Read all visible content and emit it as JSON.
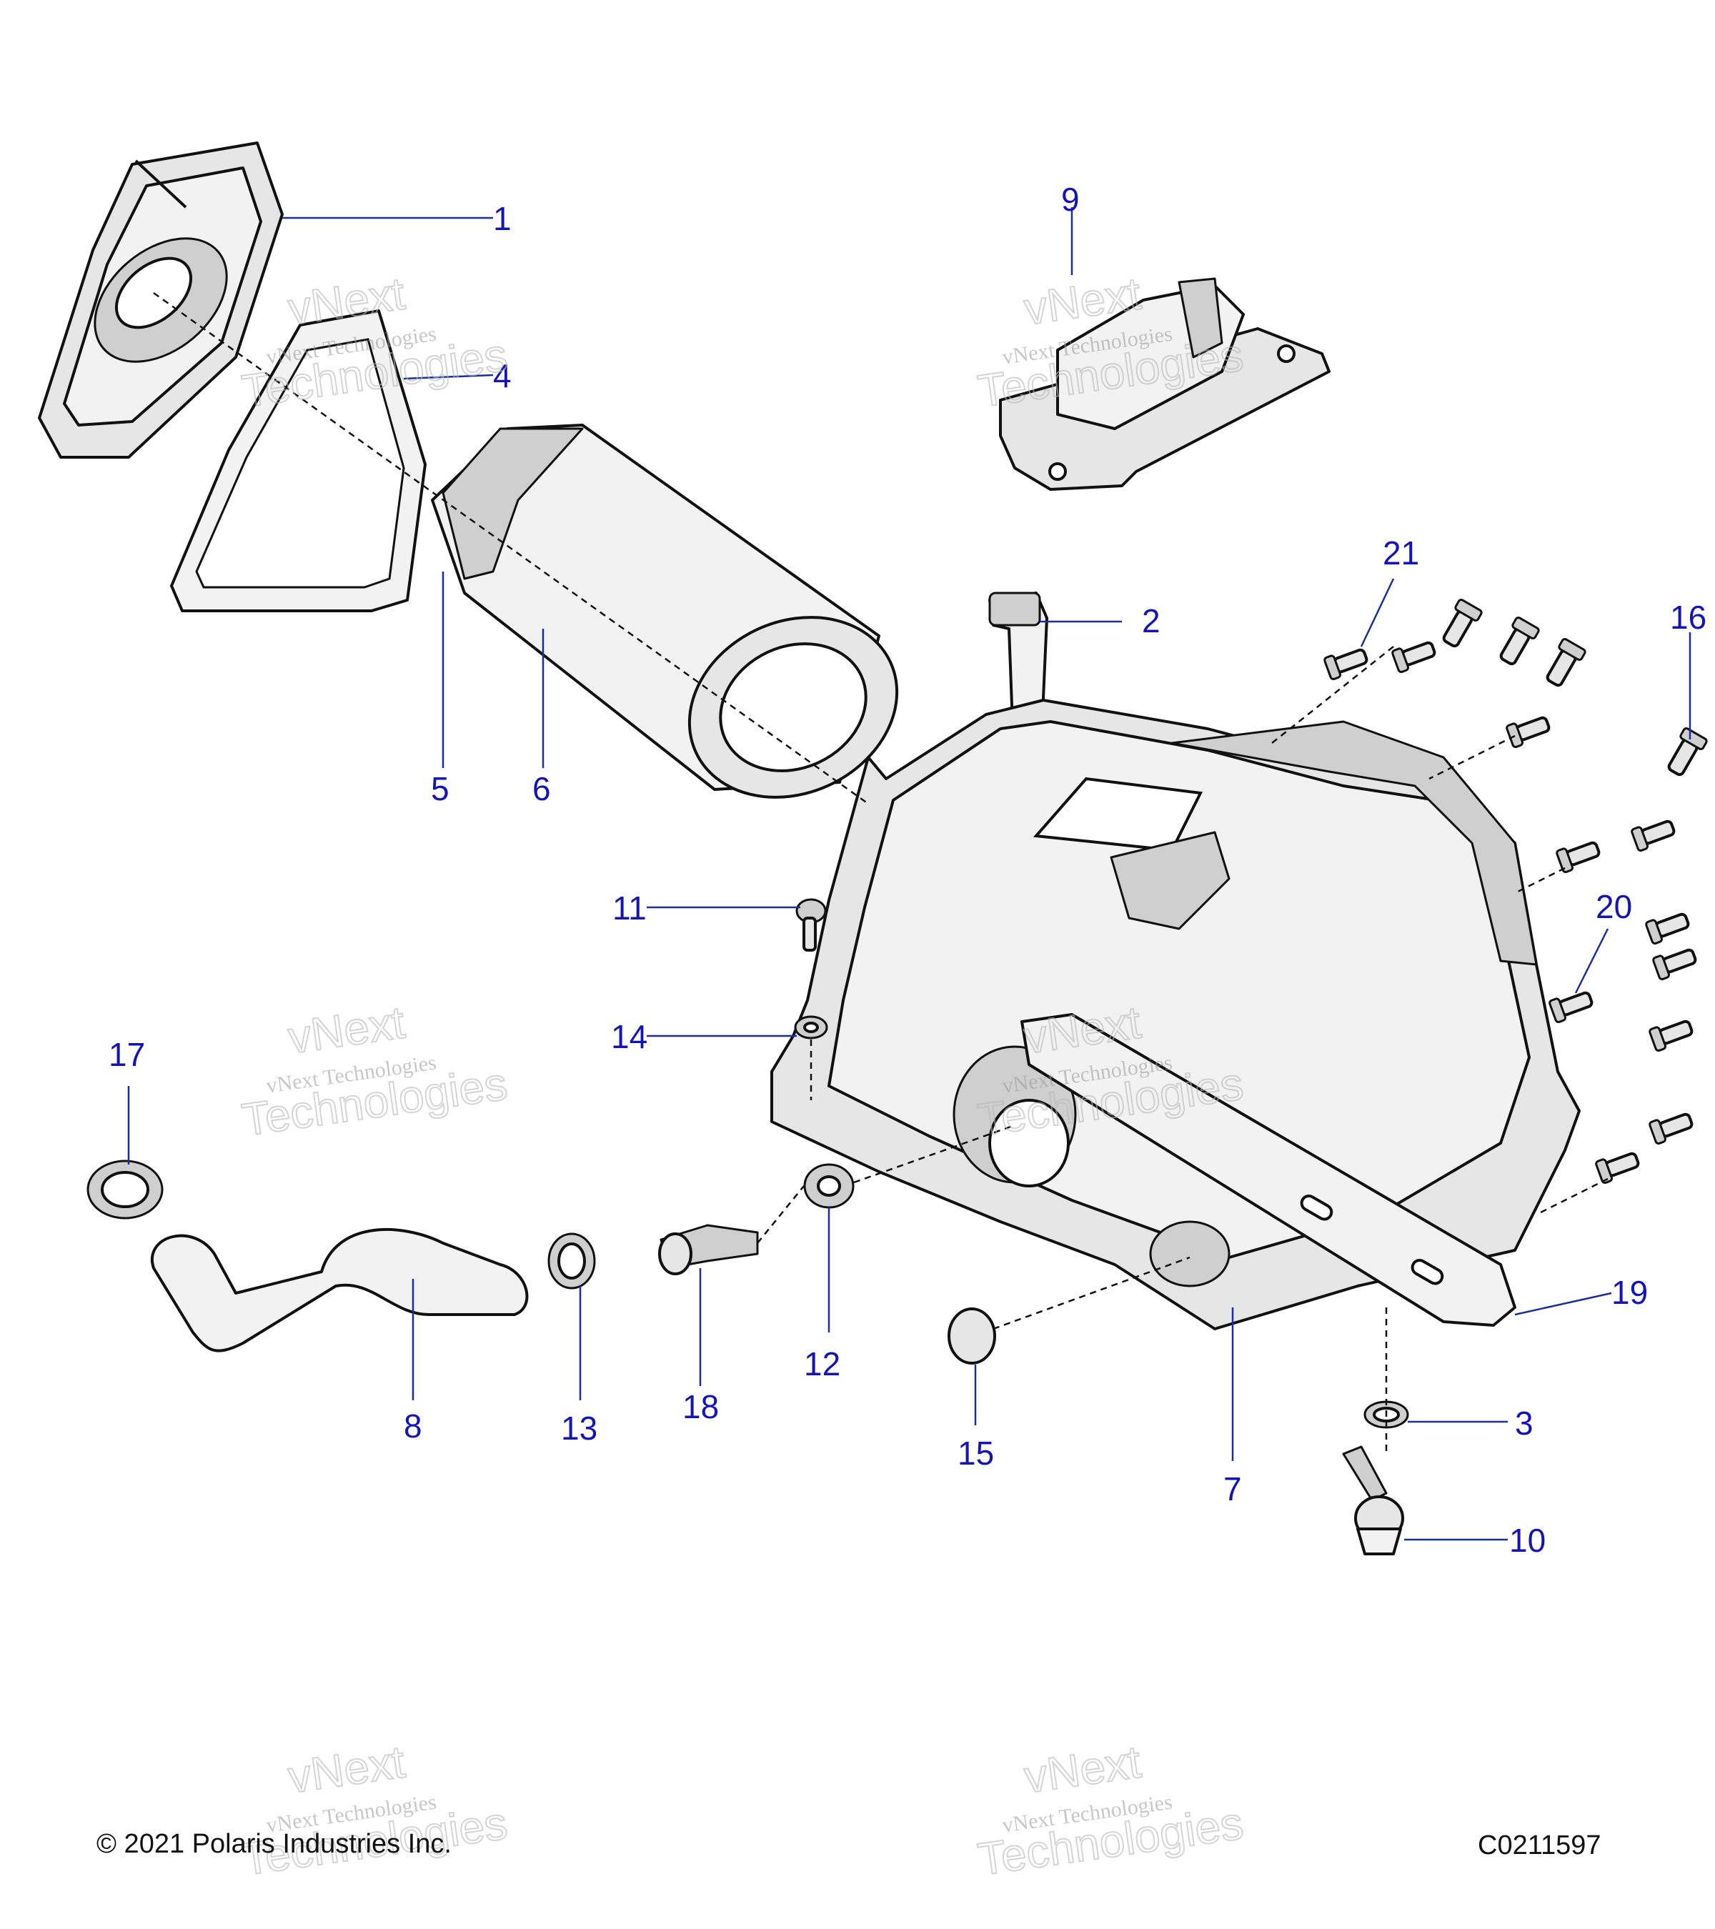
{
  "callouts": [
    "1",
    "2",
    "3",
    "4",
    "5",
    "6",
    "7",
    "8",
    "9",
    "10",
    "11",
    "12",
    "13",
    "14",
    "15",
    "16",
    "17",
    "18",
    "19",
    "20",
    "21"
  ],
  "watermark": {
    "line1": "vNext Technologies",
    "line2": "vNext",
    "line3": "Technologies"
  },
  "footer": {
    "copyright": "© 2021 Polaris Industries Inc.",
    "drawing_code": "C0211597"
  }
}
